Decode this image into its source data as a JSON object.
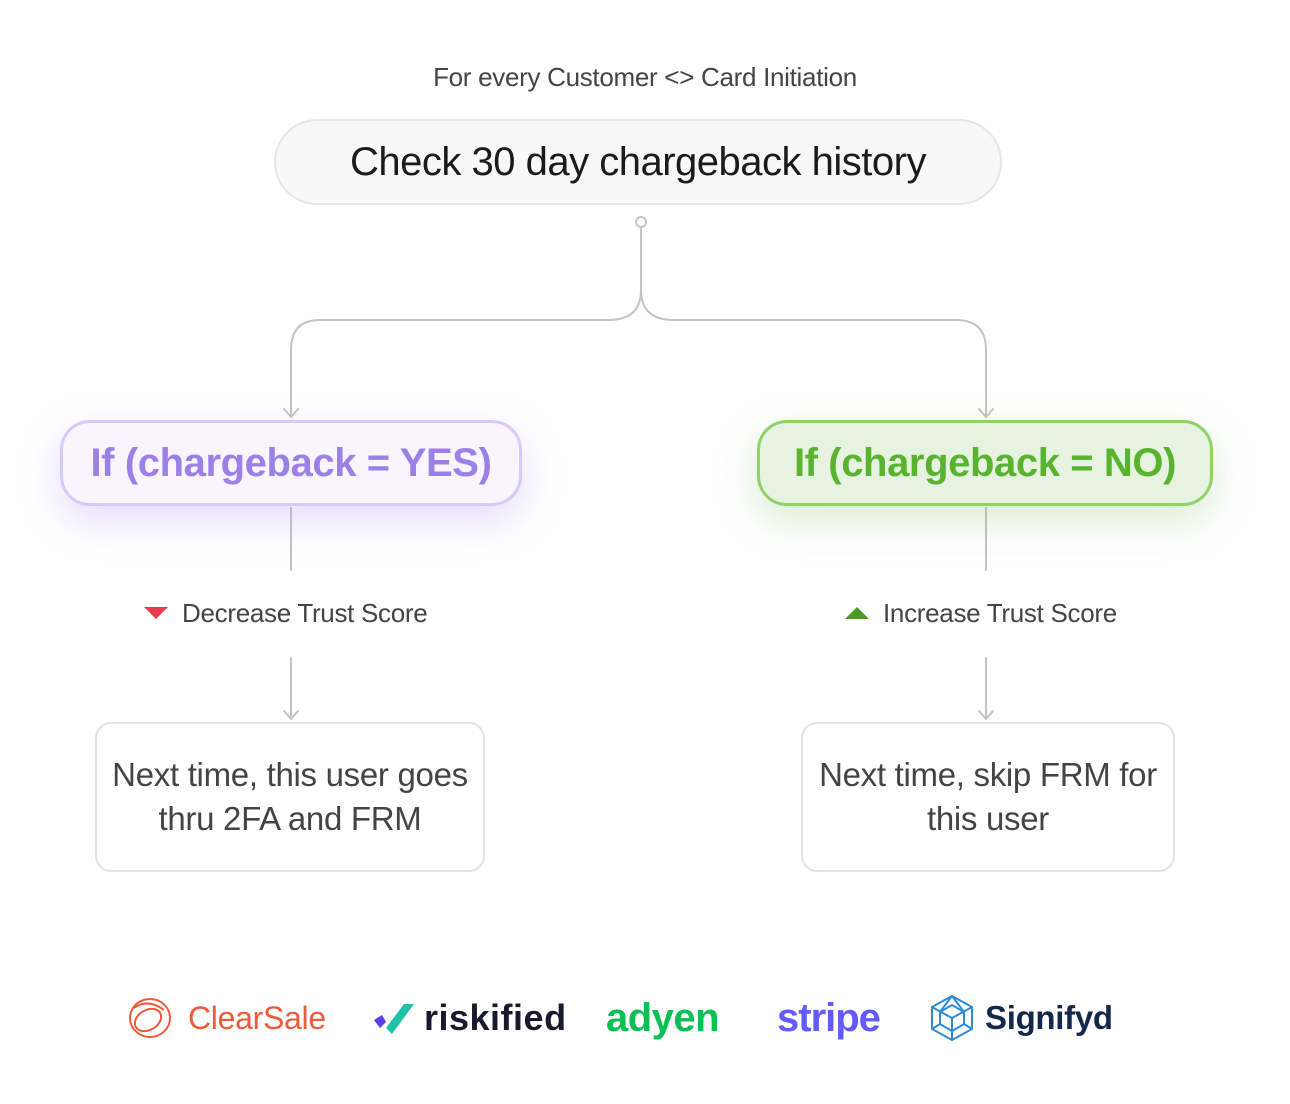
{
  "trigger_label": "For every Customer <> Card Initiation",
  "root_node": {
    "label": "Check 30 day chargeback history"
  },
  "branches": [
    {
      "condition": "If (chargeback = YES)",
      "effect": "Decrease Trust Score",
      "effect_icon": "triangle-down-icon",
      "outcome": "Next time, this user goes thru 2FA and FRM",
      "accent": "#9c80e6",
      "effect_color": "#e8394f"
    },
    {
      "condition": "If (chargeback = NO)",
      "effect": "Increase Trust Score",
      "effect_icon": "triangle-up-icon",
      "outcome": "Next time, skip FRM for this user",
      "accent": "#5ab32e",
      "effect_color": "#4c9a22"
    }
  ],
  "logos": [
    {
      "name": "ClearSale",
      "color": "#f05a3c",
      "icon": "clearsale-orbit-icon"
    },
    {
      "name": "riskified",
      "color": "#1a1a2e",
      "icon": "riskified-check-icon"
    },
    {
      "name": "adyen",
      "color": "#0abf53"
    },
    {
      "name": "stripe",
      "color": "#635bff"
    },
    {
      "name": "Signifyd",
      "color": "#14284b",
      "icon": "signifyd-cube-icon"
    }
  ]
}
